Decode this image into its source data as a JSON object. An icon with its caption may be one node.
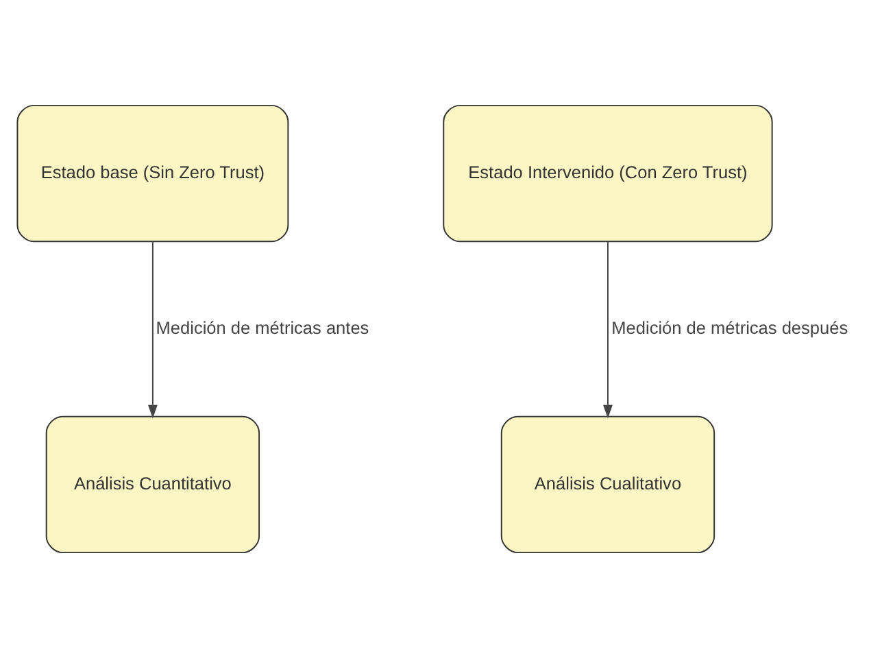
{
  "diagram": {
    "nodes": [
      {
        "text": [
          "Estado base (Sin Zero Trust)"
        ]
      },
      {
        "text": [
          "Estado Intervenido (Con Zero Trust)"
        ]
      },
      {
        "text": [
          "Análisis Cuantitativo"
        ]
      },
      {
        "text": [
          "Análisis Cualitativo"
        ]
      }
    ],
    "edges": [
      {
        "from": 0,
        "to": 2,
        "arrow": "to",
        "label": "Medición de métricas antes"
      },
      {
        "from": 1,
        "to": 3,
        "arrow": "to",
        "label": "Medición de métricas después"
      }
    ]
  }
}
